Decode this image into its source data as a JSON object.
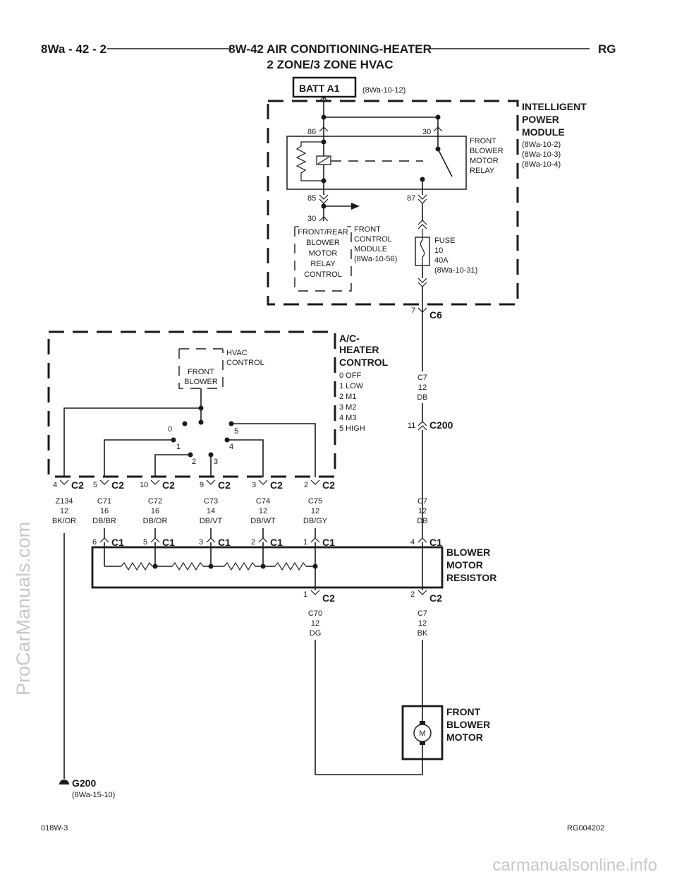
{
  "header": {
    "page_code": "8Wa - 42 - 2",
    "title": "8W-42 AIR CONDITIONING-HEATER",
    "subtitle": "2 ZONE/3 ZONE HVAC",
    "brand": "RG"
  },
  "batt": {
    "label": "BATT A1",
    "ref": "(8Wa-10-12)"
  },
  "ipm": {
    "title": [
      "INTELLIGENT",
      "POWER",
      "MODULE"
    ],
    "refs": [
      "(8Wa-10-2)",
      "(8Wa-10-3)",
      "(8Wa-10-4)"
    ],
    "relay": {
      "label": [
        "FRONT",
        "BLOWER",
        "MOTOR",
        "RELAY"
      ],
      "pin86": "86",
      "pin30": "30",
      "pin85": "85",
      "pin87": "87"
    },
    "fuse": {
      "label": [
        "FUSE",
        "10",
        "40A",
        "(8Wa-10-31)"
      ]
    },
    "fcm_pin": "30",
    "fcm_inner": [
      "FRONT/REAR",
      "BLOWER",
      "MOTOR",
      "RELAY",
      "CONTROL"
    ],
    "fcm_label": [
      "FRONT",
      "CONTROL",
      "MODULE",
      "(8Wa-10-56)"
    ],
    "c6": {
      "name": "C6",
      "pin": "7"
    }
  },
  "hvac": {
    "title": [
      "A/C-",
      "HEATER",
      "CONTROL"
    ],
    "positions": [
      "0 OFF",
      "1 LOW",
      "2 M1",
      "3 M2",
      "4 M3",
      "5 HIGH"
    ],
    "switch_label": [
      "FRONT",
      "BLOWER"
    ],
    "control_label": [
      "HVAC",
      "CONTROL"
    ],
    "contacts": [
      "0",
      "1",
      "2",
      "3",
      "4",
      "5"
    ]
  },
  "c200": {
    "name": "C200",
    "pin": "11"
  },
  "c7_upper": [
    "C7",
    "12",
    "DB"
  ],
  "c2_connectors": [
    {
      "pin": "4",
      "name": "C2",
      "wire": [
        "Z134",
        "12",
        "BK/OR"
      ]
    },
    {
      "pin": "5",
      "name": "C2",
      "wire": [
        "C71",
        "16",
        "DB/BR"
      ]
    },
    {
      "pin": "10",
      "name": "C2",
      "wire": [
        "C72",
        "16",
        "DB/OR"
      ]
    },
    {
      "pin": "9",
      "name": "C2",
      "wire": [
        "C73",
        "14",
        "DB/VT"
      ]
    },
    {
      "pin": "3",
      "name": "C2",
      "wire": [
        "C74",
        "12",
        "DB/WT"
      ]
    },
    {
      "pin": "2",
      "name": "C2",
      "wire": [
        "C75",
        "12",
        "DB/GY"
      ]
    }
  ],
  "c7_mid": [
    "C7",
    "12",
    "DB"
  ],
  "c1_connectors": [
    {
      "pin": "6",
      "name": "C1"
    },
    {
      "pin": "5",
      "name": "C1"
    },
    {
      "pin": "3",
      "name": "C1"
    },
    {
      "pin": "2",
      "name": "C1"
    },
    {
      "pin": "1",
      "name": "C1"
    },
    {
      "pin": "4",
      "name": "C1"
    }
  ],
  "resistor": {
    "label": [
      "BLOWER",
      "MOTOR",
      "RESISTOR"
    ]
  },
  "res_c2_left": {
    "pin": "1",
    "name": "C2",
    "wire": [
      "C70",
      "12",
      "DG"
    ]
  },
  "res_c2_right": {
    "pin": "2",
    "name": "C2",
    "wire": [
      "C7",
      "12",
      "BK"
    ]
  },
  "motor": {
    "label": [
      "FRONT",
      "BLOWER",
      "MOTOR"
    ],
    "symbol": "M"
  },
  "ground": {
    "name": "G200",
    "ref": "(8Wa-15-10)"
  },
  "footer": {
    "left": "018W-3",
    "right": "RG004202"
  },
  "watermarks": {
    "side": "ProCarManuals.com",
    "bottom": "carmanualsonline.info"
  }
}
